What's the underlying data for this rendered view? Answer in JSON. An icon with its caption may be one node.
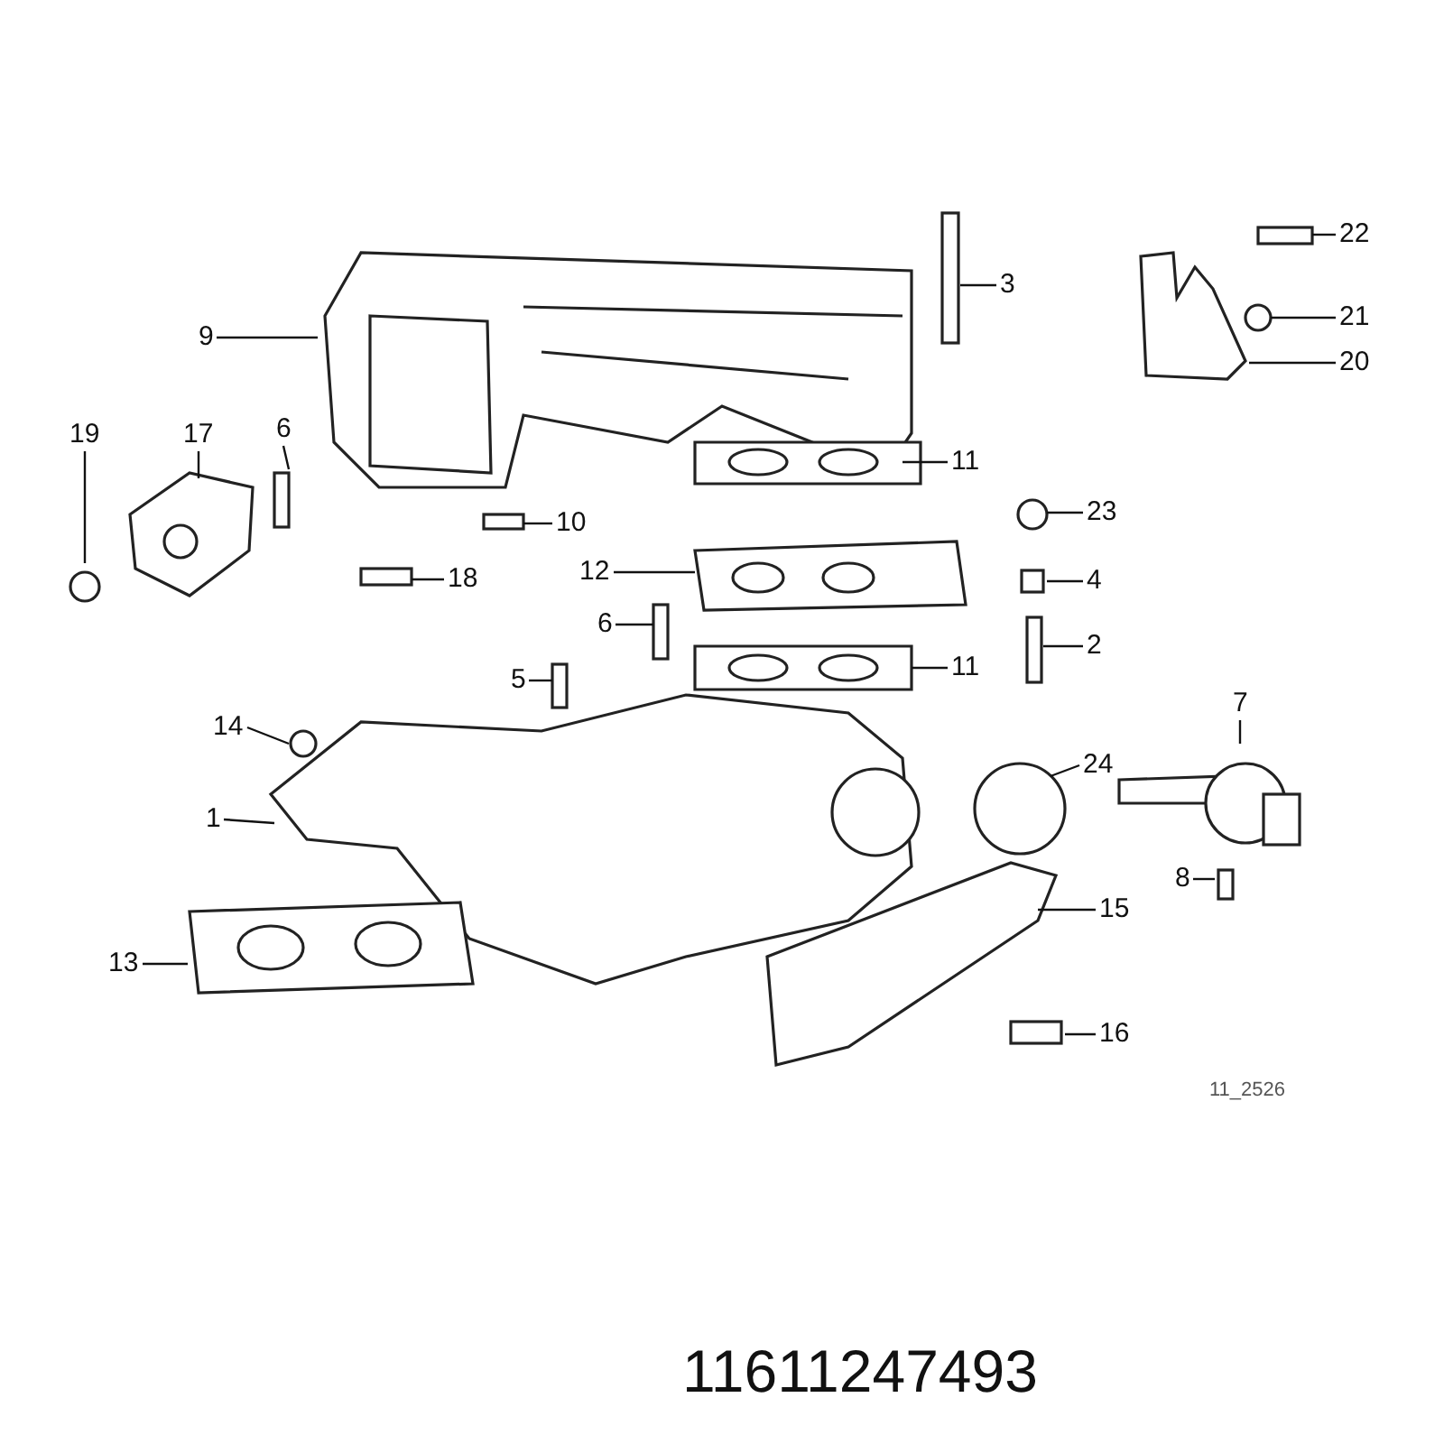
{
  "diagram": {
    "nodes": [
      {
        "text": [
          "22"
        ]
      },
      {
        "text": [
          "3"
        ]
      },
      {
        "text": [
          "9"
        ]
      },
      {
        "text": [
          "21"
        ]
      },
      {
        "text": [
          "20"
        ]
      },
      {
        "text": [
          "19"
        ]
      },
      {
        "text": [
          "17"
        ]
      },
      {
        "text": [
          "6"
        ]
      },
      {
        "text": [
          "10"
        ]
      },
      {
        "text": [
          "11"
        ]
      },
      {
        "text": [
          "23"
        ]
      },
      {
        "text": [
          "18"
        ]
      },
      {
        "text": [
          "12"
        ]
      },
      {
        "text": [
          "4"
        ]
      },
      {
        "text": [
          "6"
        ]
      },
      {
        "text": [
          "2"
        ]
      },
      {
        "text": [
          "5"
        ]
      },
      {
        "text": [
          "11"
        ]
      },
      {
        "text": [
          "7"
        ]
      },
      {
        "text": [
          "14"
        ]
      },
      {
        "text": [
          "24"
        ]
      },
      {
        "text": [
          "1"
        ]
      },
      {
        "text": [
          "8"
        ]
      },
      {
        "text": [
          "15"
        ]
      },
      {
        "text": [
          "13"
        ]
      },
      {
        "text": [
          "16"
        ]
      }
    ],
    "edges": [
      {
        "from": 0,
        "to": null,
        "arrow": "none"
      },
      {
        "from": 1,
        "to": null,
        "arrow": "none"
      },
      {
        "from": 2,
        "to": null,
        "arrow": "none"
      },
      {
        "from": 3,
        "to": null,
        "arrow": "none"
      },
      {
        "from": 4,
        "to": null,
        "arrow": "none"
      },
      {
        "from": 5,
        "to": null,
        "arrow": "none"
      },
      {
        "from": 6,
        "to": null,
        "arrow": "none"
      },
      {
        "from": 7,
        "to": null,
        "arrow": "none"
      },
      {
        "from": 8,
        "to": null,
        "arrow": "none"
      },
      {
        "from": 9,
        "to": null,
        "arrow": "none"
      },
      {
        "from": 10,
        "to": null,
        "arrow": "none"
      },
      {
        "from": 11,
        "to": null,
        "arrow": "none"
      },
      {
        "from": 12,
        "to": null,
        "arrow": "none"
      },
      {
        "from": 13,
        "to": null,
        "arrow": "none"
      },
      {
        "from": 14,
        "to": null,
        "arrow": "none"
      },
      {
        "from": 15,
        "to": null,
        "arrow": "none"
      },
      {
        "from": 16,
        "to": null,
        "arrow": "none"
      },
      {
        "from": 17,
        "to": null,
        "arrow": "none"
      },
      {
        "from": 18,
        "to": null,
        "arrow": "none"
      },
      {
        "from": 19,
        "to": null,
        "arrow": "none"
      },
      {
        "from": 20,
        "to": null,
        "arrow": "none"
      },
      {
        "from": 21,
        "to": null,
        "arrow": "none"
      },
      {
        "from": 22,
        "to": null,
        "arrow": "none"
      },
      {
        "from": 23,
        "to": null,
        "arrow": "none"
      },
      {
        "from": 24,
        "to": null,
        "arrow": "none"
      },
      {
        "from": 25,
        "to": null,
        "arrow": "none"
      }
    ],
    "labels": [
      "11_2526",
      "11611247493"
    ]
  }
}
